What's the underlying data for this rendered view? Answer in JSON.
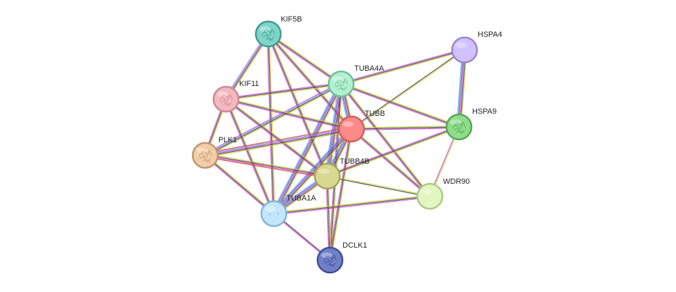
{
  "nodes": [
    {
      "id": "KIF5B",
      "label": "KIF5B",
      "color": "#7fd4c8",
      "stroke": "#3f9b8f",
      "icon": "protein-structure"
    },
    {
      "id": "HSPA4",
      "label": "HSPA4",
      "color": "#d2c1ff",
      "stroke": "#9a85cc",
      "icon": "none"
    },
    {
      "id": "TUBA4A",
      "label": "TUBA4A",
      "color": "#b2f0d0",
      "stroke": "#6fbf98",
      "icon": "protein-structure"
    },
    {
      "id": "KIF11",
      "label": "KIF11",
      "color": "#f5b8c0",
      "stroke": "#c98a93",
      "icon": "protein-structure"
    },
    {
      "id": "TUBB",
      "label": "TUBB",
      "color": "#ff8a8a",
      "stroke": "#d35c5c",
      "icon": "none"
    },
    {
      "id": "HSPA9",
      "label": "HSPA9",
      "color": "#8fdc8a",
      "stroke": "#56a851",
      "icon": "protein-structure"
    },
    {
      "id": "PLK1",
      "label": "PLK1",
      "color": "#f3cca8",
      "stroke": "#c19570",
      "icon": "protein-structure"
    },
    {
      "id": "TUBB4B",
      "label": "TUBB4B",
      "color": "#d8d890",
      "stroke": "#a4a45c",
      "icon": "none"
    },
    {
      "id": "WDR90",
      "label": "WDR90",
      "color": "#e2f6c0",
      "stroke": "#a9c984",
      "icon": "none"
    },
    {
      "id": "TUBA1A",
      "label": "TUBA1A",
      "color": "#c4e6fb",
      "stroke": "#84b5d6",
      "icon": "dots"
    },
    {
      "id": "DCLK1",
      "label": "DCLK1",
      "color": "#7080c8",
      "stroke": "#3f4e94",
      "icon": "protein-structure"
    }
  ],
  "edges": [
    {
      "a": "KIF5B",
      "b": "KIF11",
      "colors": [
        "#c8d43a",
        "#3f3f3f",
        "#d23fd2",
        "#5fa0e0"
      ]
    },
    {
      "a": "KIF5B",
      "b": "TUBA4A",
      "colors": [
        "#c8d43a",
        "#3f3f3f",
        "#d23fd2"
      ]
    },
    {
      "a": "KIF5B",
      "b": "TUBB",
      "colors": [
        "#c8d43a",
        "#3f3f3f",
        "#d23fd2"
      ]
    },
    {
      "a": "KIF5B",
      "b": "TUBB4B",
      "colors": [
        "#c8d43a",
        "#3f3f3f",
        "#d23fd2"
      ]
    },
    {
      "a": "KIF5B",
      "b": "TUBA1A",
      "colors": [
        "#c8d43a",
        "#3f3f3f",
        "#d23fd2"
      ]
    },
    {
      "a": "HSPA4",
      "b": "HSPA9",
      "colors": [
        "#c8d43a",
        "#3f3f3f",
        "#d23fd2",
        "#3f5fd2",
        "#5fa0e0"
      ]
    },
    {
      "a": "HSPA4",
      "b": "TUBA4A",
      "colors": [
        "#c8d43a",
        "#3f3f3f",
        "#d23fd2"
      ]
    },
    {
      "a": "HSPA4",
      "b": "TUBB",
      "colors": [
        "#c8d43a",
        "#3f3f3f"
      ]
    },
    {
      "a": "TUBA4A",
      "b": "KIF11",
      "colors": [
        "#c8d43a",
        "#3f3f3f",
        "#d23fd2"
      ]
    },
    {
      "a": "TUBA4A",
      "b": "PLK1",
      "colors": [
        "#c8d43a",
        "#3f3f3f",
        "#5fa0e0",
        "#d23fd2"
      ]
    },
    {
      "a": "TUBA4A",
      "b": "TUBB",
      "colors": [
        "#c8d43a",
        "#3f3f3f",
        "#d23fd2",
        "#3f5fd2",
        "#5fa0e0"
      ]
    },
    {
      "a": "TUBA4A",
      "b": "TUBB4B",
      "colors": [
        "#c8d43a",
        "#3f3f3f",
        "#d23fd2",
        "#3f5fd2",
        "#5fa0e0"
      ]
    },
    {
      "a": "TUBA4A",
      "b": "TUBA1A",
      "colors": [
        "#c8d43a",
        "#3f3f3f",
        "#d23fd2",
        "#3f5fd2",
        "#5fa0e0"
      ]
    },
    {
      "a": "TUBA4A",
      "b": "HSPA9",
      "colors": [
        "#c8d43a",
        "#3f3f3f",
        "#d23fd2"
      ]
    },
    {
      "a": "TUBA4A",
      "b": "WDR90",
      "colors": [
        "#c8d43a",
        "#3f3f3f",
        "#d23fd2"
      ]
    },
    {
      "a": "TUBA4A",
      "b": "DCLK1",
      "colors": [
        "#c8d43a",
        "#3f3f3f",
        "#d23fd2"
      ]
    },
    {
      "a": "KIF11",
      "b": "PLK1",
      "colors": [
        "#c8d43a",
        "#3f3f3f",
        "#d23fd2"
      ]
    },
    {
      "a": "KIF11",
      "b": "TUBB",
      "colors": [
        "#c8d43a",
        "#3f3f3f",
        "#d23fd2"
      ]
    },
    {
      "a": "KIF11",
      "b": "TUBB4B",
      "colors": [
        "#c8d43a",
        "#3f3f3f",
        "#d23fd2"
      ]
    },
    {
      "a": "KIF11",
      "b": "TUBA1A",
      "colors": [
        "#c8d43a",
        "#3f3f3f",
        "#d23fd2"
      ]
    },
    {
      "a": "TUBB",
      "b": "PLK1",
      "colors": [
        "#c8d43a",
        "#3f3f3f",
        "#d23fd2",
        "#5fa0e0",
        "#e03a3a"
      ]
    },
    {
      "a": "TUBB",
      "b": "HSPA9",
      "colors": [
        "#c8d43a",
        "#3f3f3f",
        "#d23fd2"
      ]
    },
    {
      "a": "TUBB",
      "b": "TUBB4B",
      "colors": [
        "#c8d43a",
        "#3f3f3f",
        "#d23fd2",
        "#3f5fd2",
        "#5fa0e0"
      ]
    },
    {
      "a": "TUBB",
      "b": "TUBA1A",
      "colors": [
        "#c8d43a",
        "#3f3f3f",
        "#d23fd2",
        "#3f5fd2",
        "#5fa0e0"
      ]
    },
    {
      "a": "TUBB",
      "b": "WDR90",
      "colors": [
        "#c8d43a",
        "#3f3f3f",
        "#d23fd2"
      ]
    },
    {
      "a": "TUBB",
      "b": "DCLK1",
      "colors": [
        "#c8d43a",
        "#3f3f3f",
        "#d23fd2"
      ]
    },
    {
      "a": "HSPA9",
      "b": "TUBB4B",
      "colors": [
        "#c8d43a",
        "#3f3f3f",
        "#d23fd2"
      ]
    },
    {
      "a": "HSPA9",
      "b": "WDR90",
      "colors": [
        "#c8d43a",
        "#d23fd2"
      ]
    },
    {
      "a": "PLK1",
      "b": "TUBB4B",
      "colors": [
        "#c8d43a",
        "#3f3f3f",
        "#d23fd2",
        "#e03a3a"
      ]
    },
    {
      "a": "PLK1",
      "b": "TUBA1A",
      "colors": [
        "#c8d43a",
        "#3f3f3f",
        "#d23fd2"
      ]
    },
    {
      "a": "TUBB4B",
      "b": "TUBA1A",
      "colors": [
        "#c8d43a",
        "#3f3f3f",
        "#d23fd2",
        "#3f5fd2",
        "#5fa0e0"
      ]
    },
    {
      "a": "TUBB4B",
      "b": "WDR90",
      "colors": [
        "#c8d43a",
        "#3f3f3f"
      ]
    },
    {
      "a": "TUBB4B",
      "b": "DCLK1",
      "colors": [
        "#c8d43a",
        "#3f3f3f",
        "#d23fd2"
      ]
    },
    {
      "a": "TUBA1A",
      "b": "WDR90",
      "colors": [
        "#c8d43a",
        "#3f3f3f",
        "#d23fd2"
      ]
    },
    {
      "a": "TUBA1A",
      "b": "DCLK1",
      "colors": [
        "#3f3f3f",
        "#d23fd2"
      ]
    }
  ]
}
